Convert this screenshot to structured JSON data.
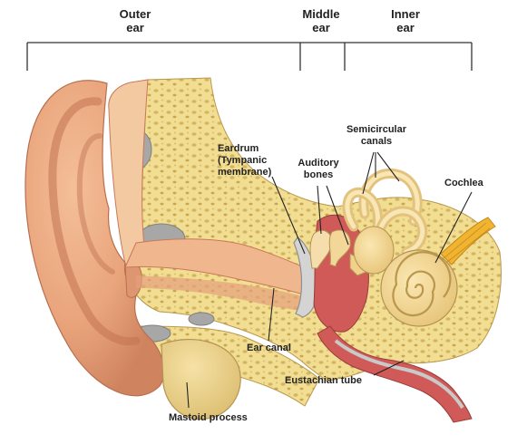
{
  "sections": {
    "outer": [
      "Outer",
      "ear"
    ],
    "middle": [
      "Middle",
      "ear"
    ],
    "inner": [
      "Inner",
      "ear"
    ]
  },
  "labels": {
    "semicircular": [
      "Semicircular",
      "canals"
    ],
    "eardrum": [
      "Eardrum",
      "(Tympanic",
      "membrane)"
    ],
    "auditory": [
      "Auditory",
      "bones"
    ],
    "cochlea": "Cochlea",
    "ear_canal": "Ear canal",
    "eustachian": "Eustachian tube",
    "mastoid": "Mastoid process"
  },
  "colors": {
    "skin": "#e9a47c",
    "skin_dark": "#c9785a",
    "bone": "#f2de92",
    "bone_dots": "#c7a550",
    "cavity": "#cf5a57",
    "membrane": "#c7c7c7",
    "nerve": "#f0b431"
  }
}
